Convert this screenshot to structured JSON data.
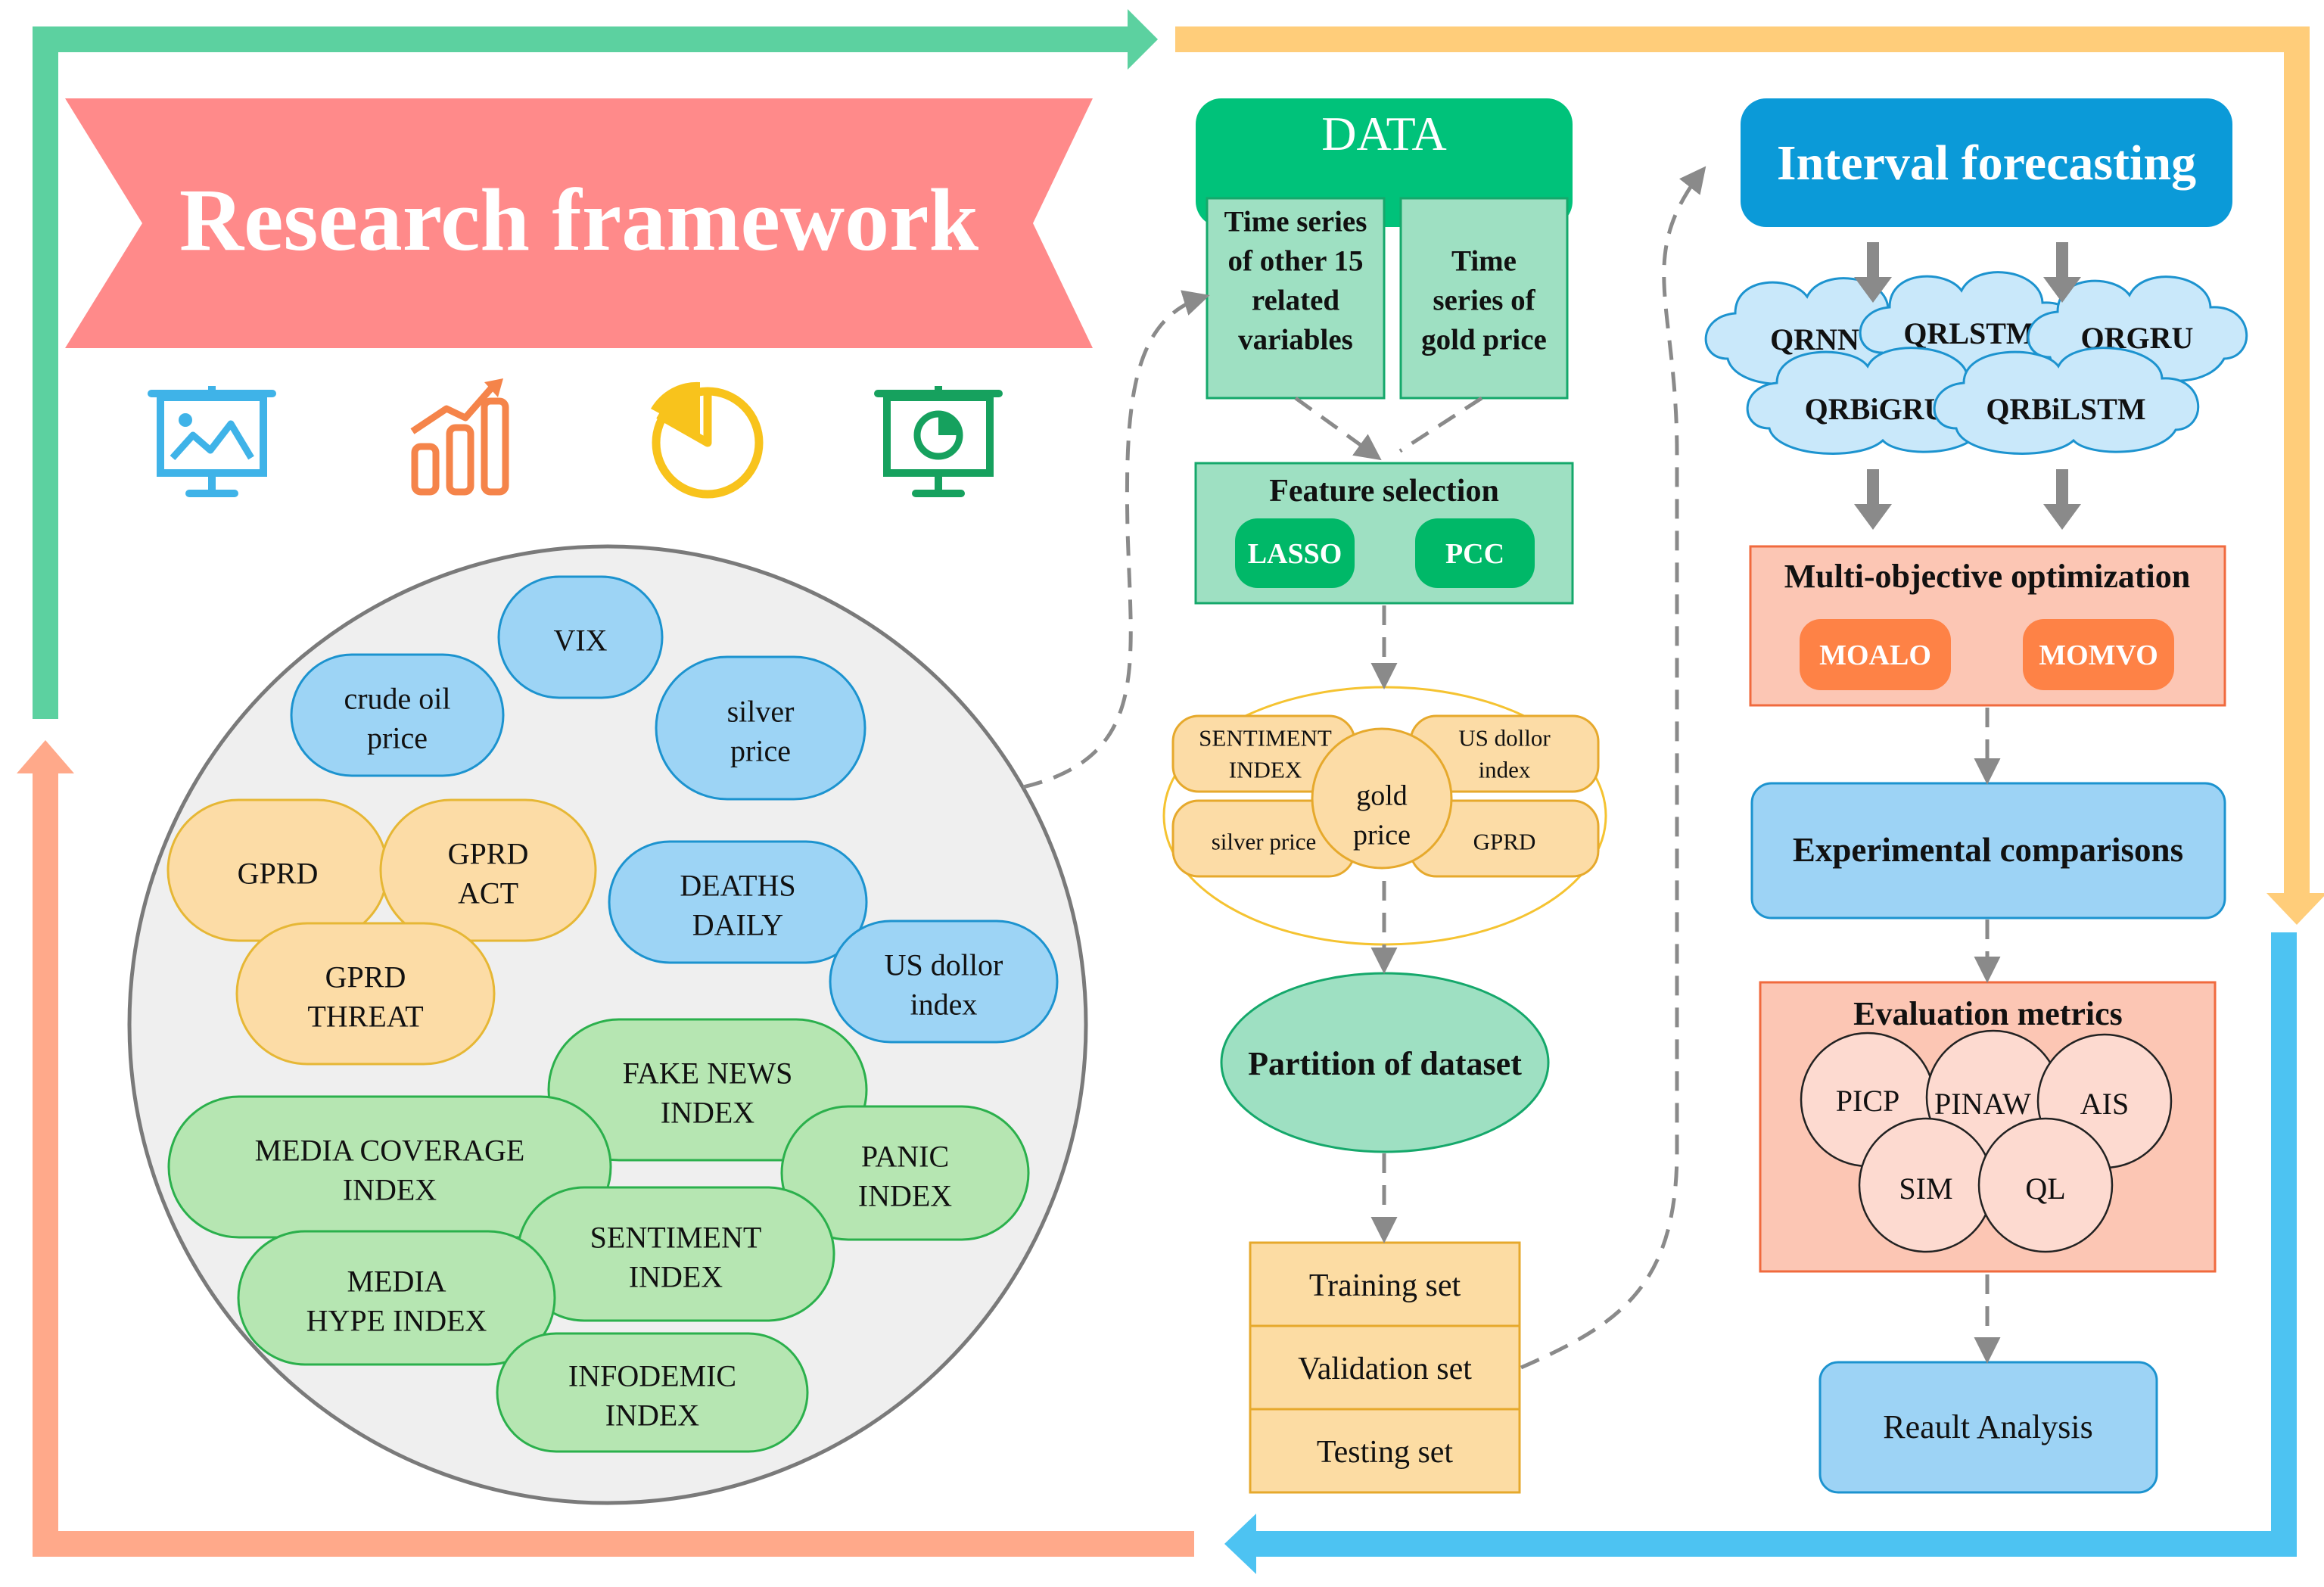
{
  "banner": {
    "title": "Research framework"
  },
  "icons": [
    "presentation-picture-icon",
    "bar-growth-chart-icon",
    "pie-chart-icon",
    "presentation-pie-icon"
  ],
  "variables": {
    "blue": [
      {
        "id": "vix",
        "lines": [
          "VIX"
        ]
      },
      {
        "id": "crude-oil-price",
        "lines": [
          "crude oil",
          "price"
        ]
      },
      {
        "id": "silver-price",
        "lines": [
          "silver",
          "price"
        ]
      },
      {
        "id": "deaths-daily",
        "lines": [
          "DEATHS",
          "DAILY"
        ]
      },
      {
        "id": "us-dollor-index",
        "lines": [
          "US dollor",
          "index"
        ]
      }
    ],
    "orange": [
      {
        "id": "gprd",
        "lines": [
          "GPRD"
        ]
      },
      {
        "id": "gprd-act",
        "lines": [
          "GPRD",
          "ACT"
        ]
      },
      {
        "id": "gprd-threat",
        "lines": [
          "GPRD",
          "THREAT"
        ]
      }
    ],
    "green": [
      {
        "id": "fake-news-index",
        "lines": [
          "FAKE NEWS",
          "INDEX"
        ]
      },
      {
        "id": "media-coverage-index",
        "lines": [
          "MEDIA COVERAGE",
          "INDEX"
        ]
      },
      {
        "id": "panic-index",
        "lines": [
          "PANIC",
          "INDEX"
        ]
      },
      {
        "id": "sentiment-index",
        "lines": [
          "SENTIMENT",
          "INDEX"
        ]
      },
      {
        "id": "media-hype-index",
        "lines": [
          "MEDIA",
          "HYPE INDEX"
        ]
      },
      {
        "id": "infodemic-index",
        "lines": [
          "INFODEMIC",
          "INDEX"
        ]
      }
    ]
  },
  "data_block": {
    "title": "DATA",
    "left_lines": [
      "Time series",
      "of other 15",
      "related",
      "variables"
    ],
    "right_lines": [
      "Time",
      "series of",
      "gold price"
    ]
  },
  "feature_selection": {
    "title": "Feature selection",
    "methods": [
      "LASSO",
      "PCC"
    ]
  },
  "selected": {
    "center_lines": [
      "gold",
      "price"
    ],
    "items": [
      {
        "id": "sentiment-index",
        "lines": [
          "SENTIMENT",
          "INDEX"
        ]
      },
      {
        "id": "us-dollor-index",
        "lines": [
          "US dollor",
          "index"
        ]
      },
      {
        "id": "silver-price",
        "lines": [
          "silver price"
        ]
      },
      {
        "id": "gprd",
        "lines": [
          "GPRD"
        ]
      }
    ]
  },
  "partition": {
    "label": "Partition of dataset"
  },
  "sets": [
    "Training set",
    "Validation set",
    "Testing set"
  ],
  "interval": {
    "title": "Interval forecasting",
    "models": [
      "QRNN",
      "QRLSTM",
      "QRGRU",
      "QRBiGRU",
      "QRBiLSTM"
    ]
  },
  "optimization": {
    "title": "Multi-objective optimization",
    "algorithms": [
      "MOALO",
      "MOMVO"
    ]
  },
  "comparisons": {
    "label": "Experimental comparisons"
  },
  "metrics": {
    "title": "Evaluation metrics",
    "items": [
      "PICP",
      "PINAW",
      "AIS",
      "SIM",
      "QL"
    ]
  },
  "result": {
    "label": "Reault Analysis"
  },
  "colors": {
    "frame_top_left": "#5cd1a0",
    "frame_top_right": "#ffcd7a",
    "frame_bottom_right": "#4dc3f2",
    "frame_bottom_left": "#ffa98a",
    "banner": "#ff8a8a",
    "data_header": "#00c27a",
    "box_green": "#9ee0c2",
    "chip_green": "#00b868",
    "interval_header": "#0b9ad8",
    "cloud": "#c9e8fa",
    "optimization_bg": "#fcc6b4",
    "chip_orange": "#fe8246",
    "comparison_bg": "#9dd3f5",
    "metric_circle": "#fddad0",
    "set_bg": "#fcdca3",
    "bubble_blue": "#9dd4f5",
    "bubble_orange": "#fcdca6",
    "bubble_green": "#b6e6b2",
    "circle_gray": "#efefef"
  }
}
